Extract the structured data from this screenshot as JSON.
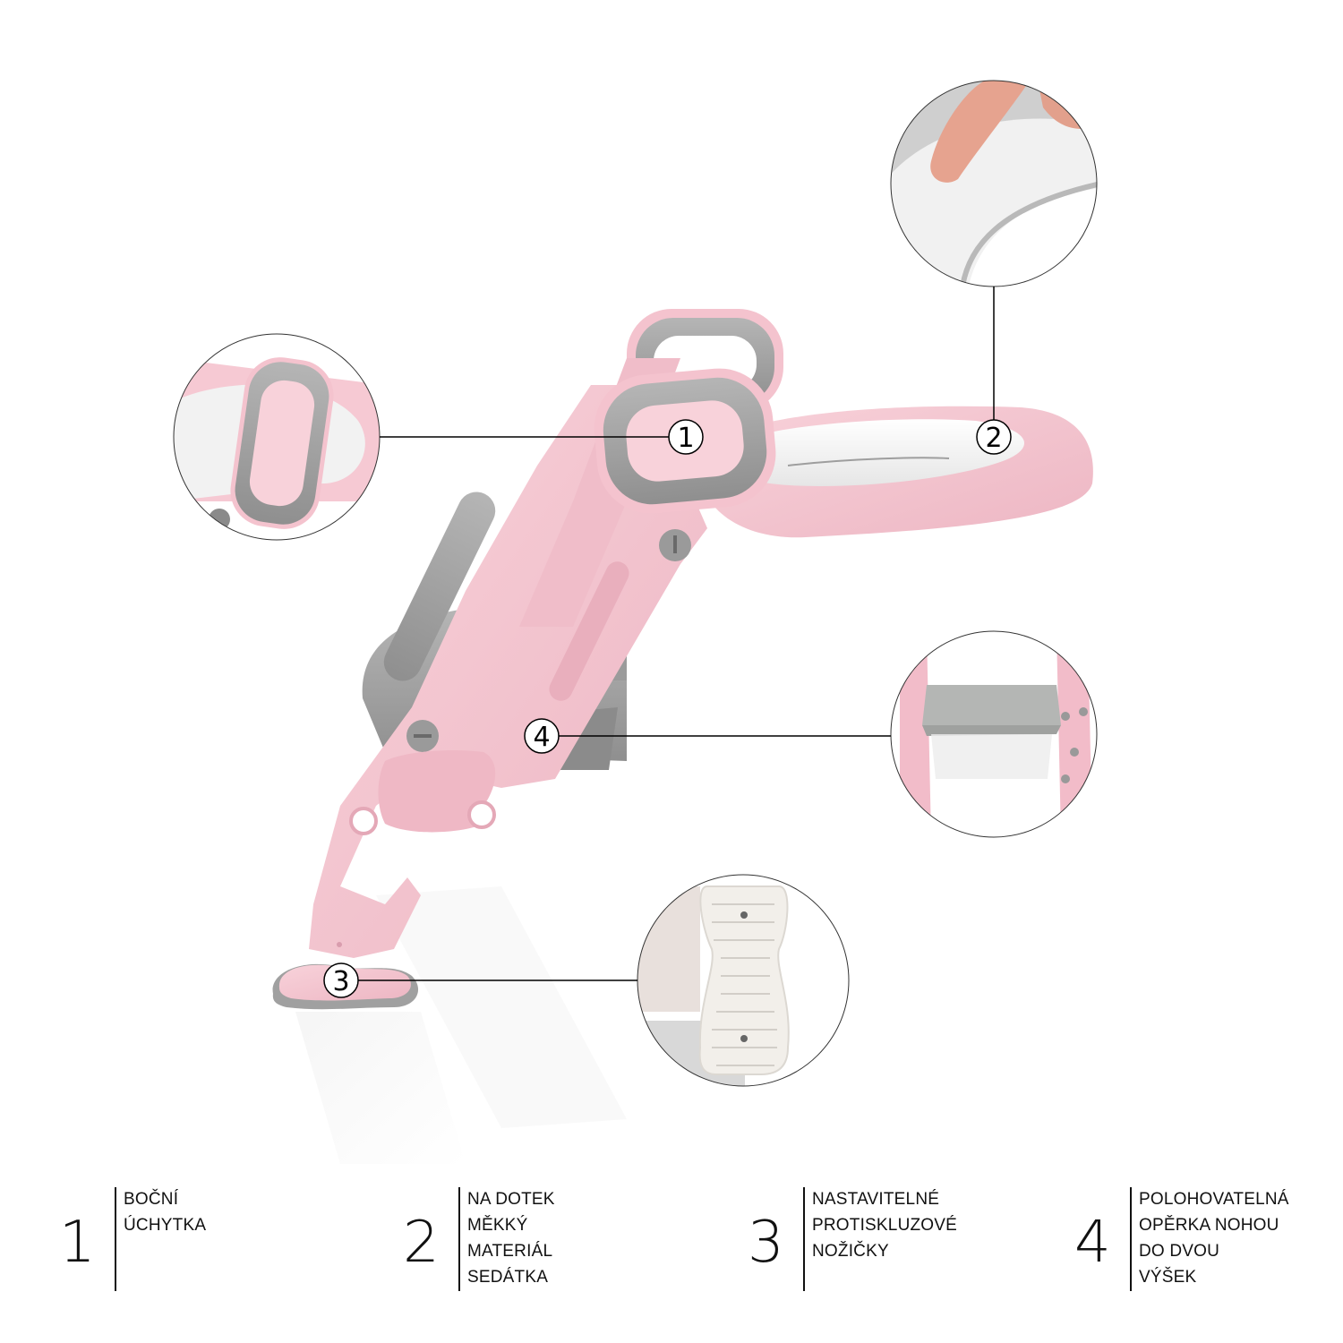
{
  "product": {
    "name": "potty training ladder seat",
    "colors": {
      "frame_pink": "#F4C3CE",
      "frame_pink_shade": "#E9AFBD",
      "grip_grey": "#8E8E8E",
      "step_grey": "#A9A9A9",
      "seat_white": "#F6F6F6",
      "line": "#000000"
    }
  },
  "callouts": [
    {
      "number": "1",
      "target": "side-handle",
      "detail": "handle-closeup"
    },
    {
      "number": "2",
      "target": "soft-seat",
      "detail": "finger-pressing-soft-seat"
    },
    {
      "number": "3",
      "target": "anti-slip-foot",
      "detail": "anti-slip-foot-sole"
    },
    {
      "number": "4",
      "target": "footrest-step",
      "detail": "adjustable-step-closeup"
    }
  ],
  "legend": [
    {
      "number": "1",
      "lines": [
        "BOČNÍ",
        "ÚCHYTKA"
      ]
    },
    {
      "number": "2",
      "lines": [
        "NA DOTEK",
        "MĚKKÝ",
        "MATERIÁL",
        "SEDÁTKA"
      ]
    },
    {
      "number": "3",
      "lines": [
        "NASTAVITELNÉ",
        "PROTISKLUZOVÉ",
        "NOŽIČKY"
      ]
    },
    {
      "number": "4",
      "lines": [
        "POLOHOVATELNÁ",
        "OPĚRKA NOHOU",
        "DO DVOU",
        "VÝŠEK"
      ]
    }
  ]
}
